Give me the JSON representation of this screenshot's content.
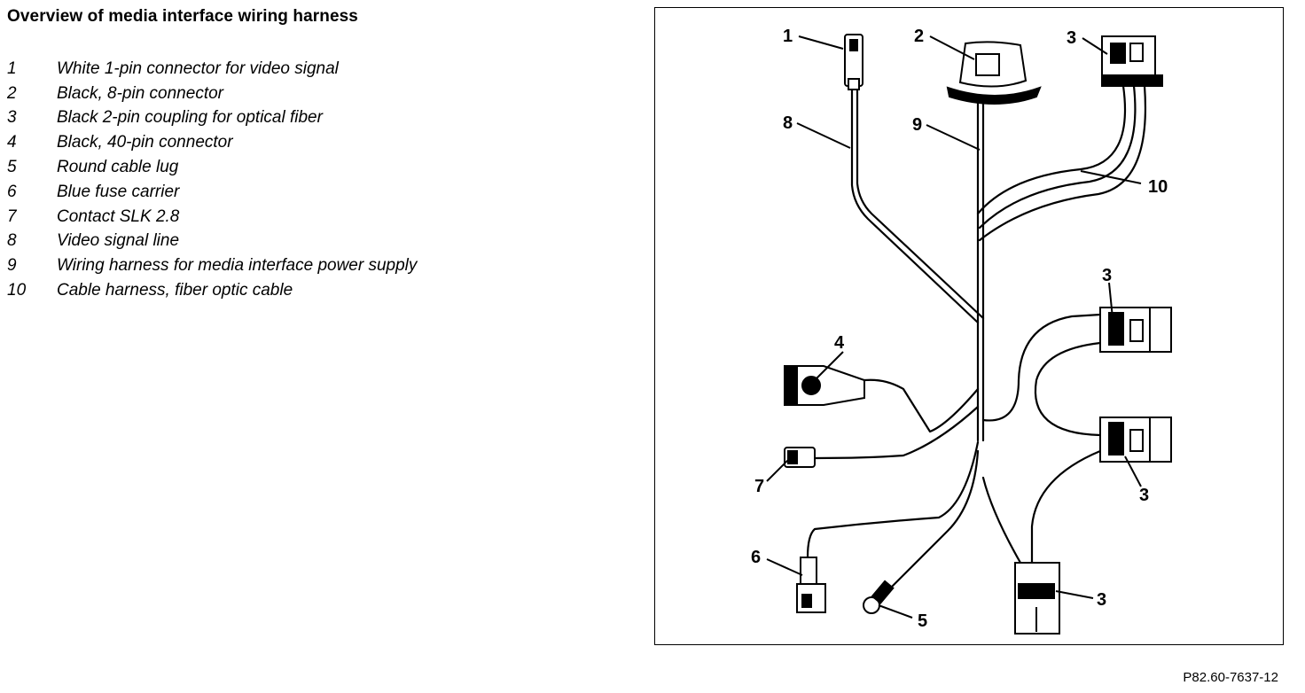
{
  "title": "Overview of media interface wiring harness",
  "legend": [
    {
      "num": "1",
      "text": "White 1-pin connector for video signal"
    },
    {
      "num": "2",
      "text": "Black, 8-pin connector"
    },
    {
      "num": "3",
      "text": "Black 2-pin coupling for optical fiber"
    },
    {
      "num": "4",
      "text": "Black, 40-pin connector"
    },
    {
      "num": "5",
      "text": "Round cable lug"
    },
    {
      "num": "6",
      "text": "Blue fuse carrier"
    },
    {
      "num": "7",
      "text": "Contact SLK 2.8"
    },
    {
      "num": "8",
      "text": "Video signal line"
    },
    {
      "num": "9",
      "text": "Wiring harness for media interface power supply"
    },
    {
      "num": "10",
      "text": "Cable harness, fiber optic cable"
    }
  ],
  "callouts": {
    "c1": "1",
    "c2": "2",
    "c3a": "3",
    "c3b": "3",
    "c3c": "3",
    "c3d": "3",
    "c4": "4",
    "c5": "5",
    "c6": "6",
    "c7": "7",
    "c8": "8",
    "c9": "9",
    "c10": "10"
  },
  "reference": "P82.60-7637-12"
}
